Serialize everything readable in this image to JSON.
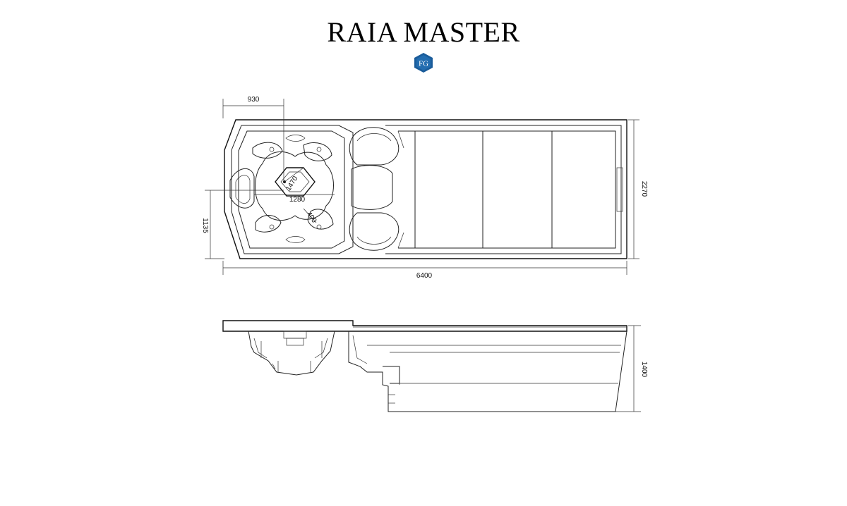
{
  "title": "RAIA MASTER",
  "logo": {
    "text": "FG",
    "color": "#1a5c9a",
    "icon": "fg-logo-icon"
  },
  "plan_view": {
    "dim_top": "930",
    "dim_right": "2270",
    "dim_left": "1135",
    "dim_bottom": "6400",
    "dim_hex_diag": "1470",
    "dim_hex_width": "1280",
    "dim_seat": "400"
  },
  "side_view": {
    "dim_height": "1400"
  }
}
